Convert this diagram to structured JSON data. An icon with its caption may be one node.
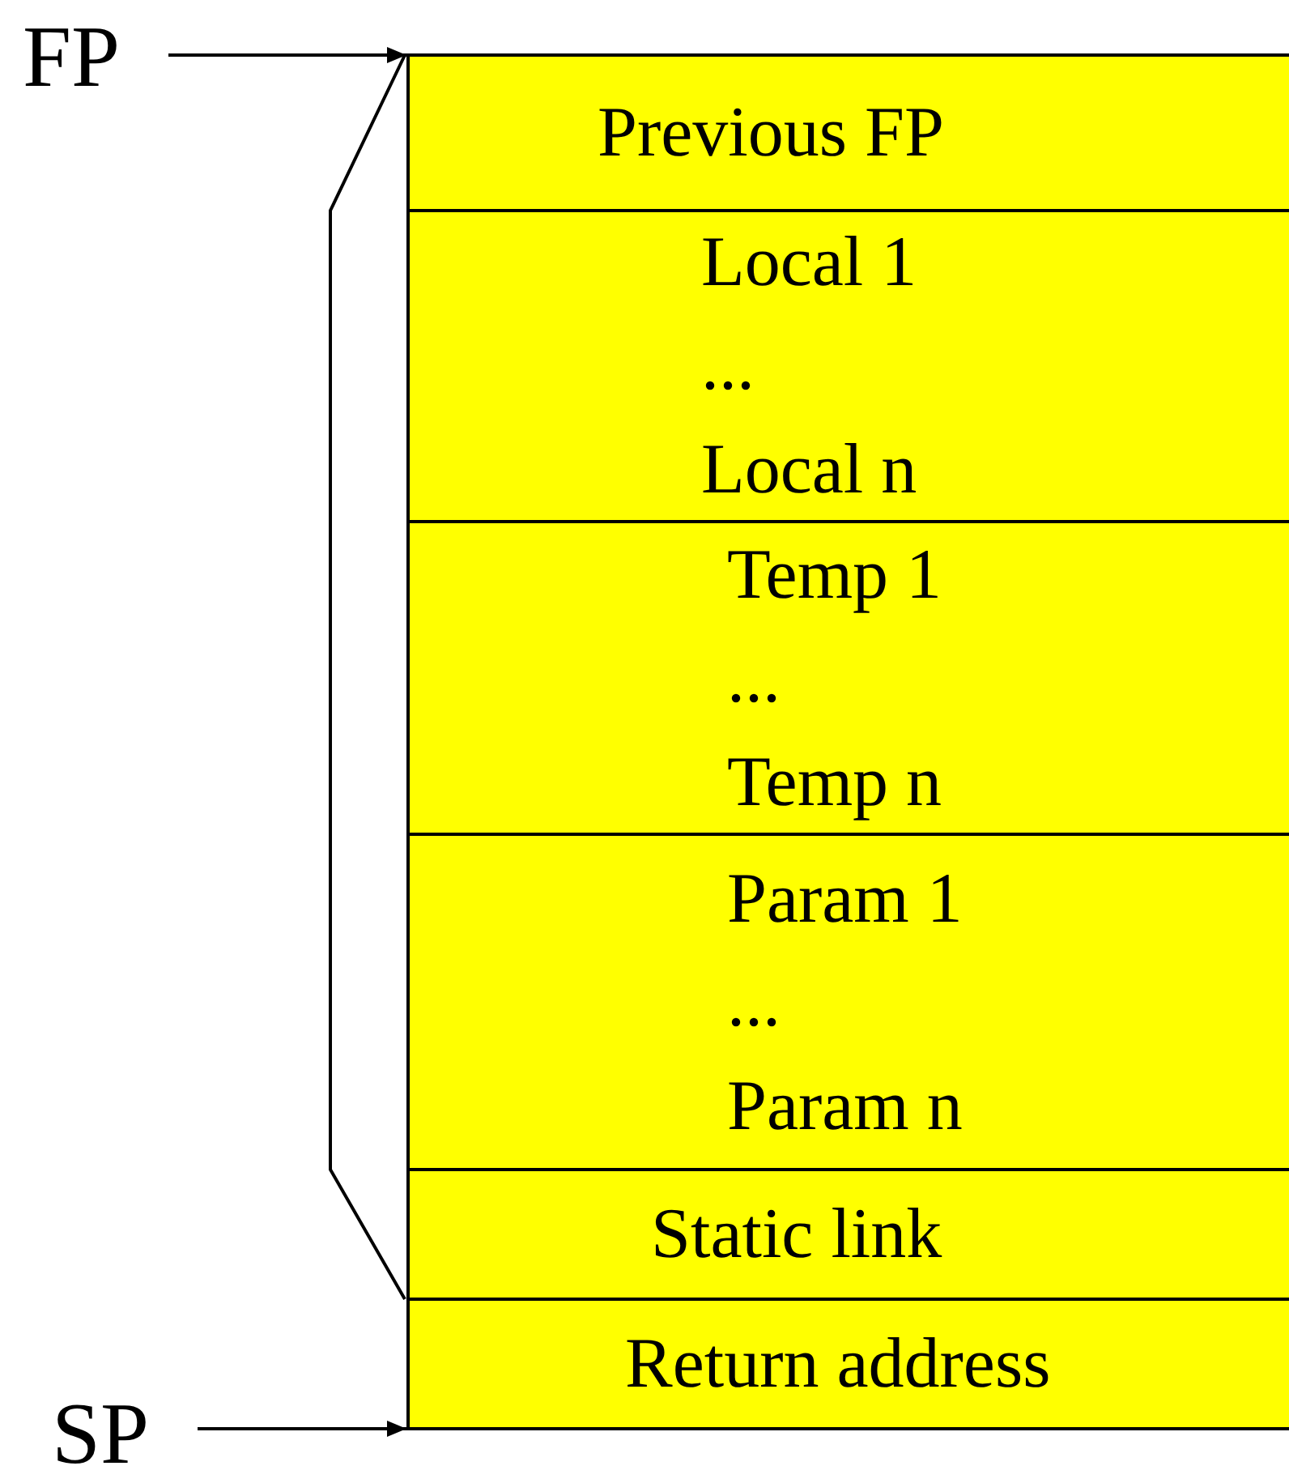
{
  "diagram": {
    "nodes": [
      {
        "text": [
          "FP"
        ]
      },
      {
        "text": [
          "Previous FP"
        ]
      },
      {
        "text": [
          "Local 1",
          "...",
          "Local n"
        ]
      },
      {
        "text": [
          "Temp 1",
          "...",
          "Temp n"
        ]
      },
      {
        "text": [
          "Param 1",
          "...",
          "Param n"
        ]
      },
      {
        "text": [
          "Static link"
        ]
      },
      {
        "text": [
          "Return address"
        ]
      },
      {
        "text": [
          "SP"
        ]
      }
    ],
    "edges": [
      {
        "from": 0,
        "to": 1,
        "arrow": "to"
      },
      {
        "from": 7,
        "to": 6,
        "arrow": "to"
      }
    ]
  }
}
